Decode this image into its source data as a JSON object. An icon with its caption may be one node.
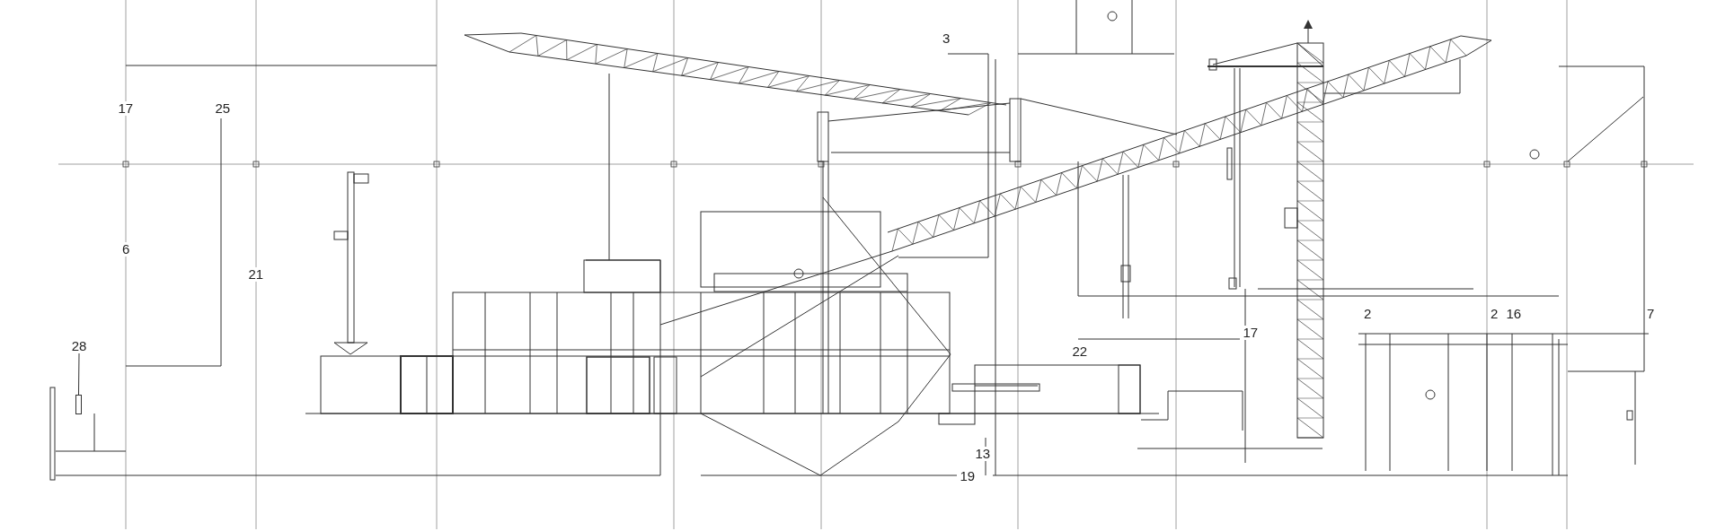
{
  "diagram": {
    "nodes": [
      {
        "text": [
          "28"
        ]
      },
      {
        "text": [],
        "shape": "box"
      }
    ],
    "edges": [
      {
        "from": 0,
        "to": 1,
        "arrow": "none"
      }
    ],
    "labels": [
      "3",
      "17",
      "25",
      "6",
      "21",
      "2",
      "2",
      "16",
      "7",
      "17",
      "22",
      "13",
      "19"
    ]
  }
}
